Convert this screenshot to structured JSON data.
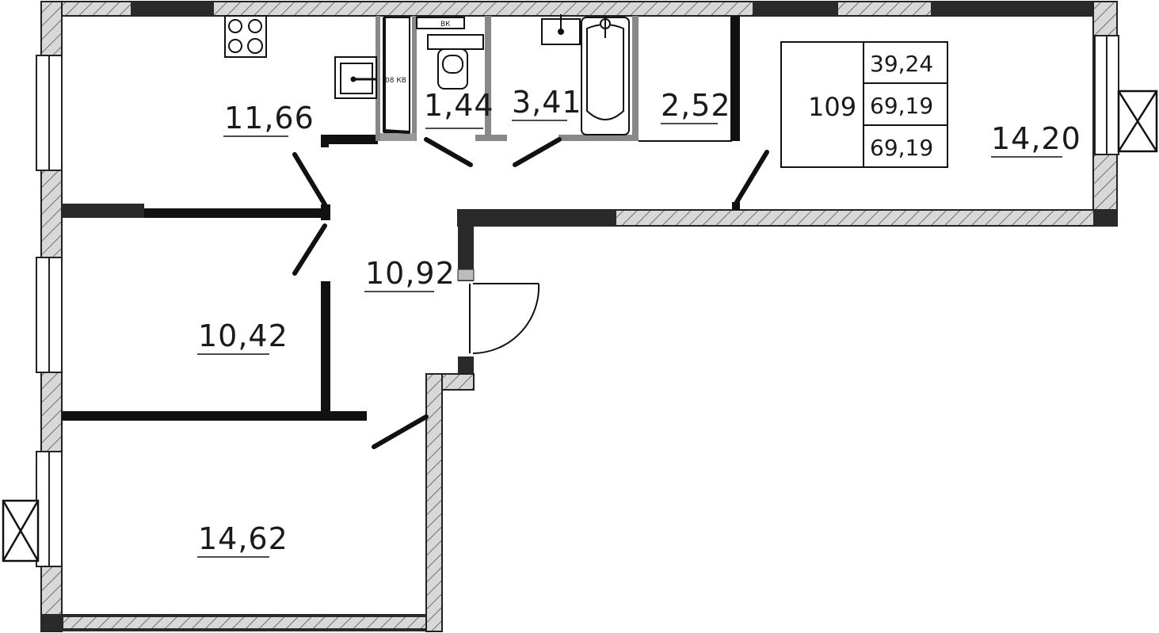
{
  "apartment": {
    "number": "109",
    "area_living": "39,24",
    "area_total": "69,19",
    "area_total_with_balcony": "69,19"
  },
  "rooms": {
    "kitchen": "11,66",
    "toilet": "1,44",
    "bathroom": "3,41",
    "storage": "2,52",
    "bedroom_east": "14,20",
    "hall": "10,92",
    "bedroom_middle": "10,42",
    "bedroom_south": "14,62"
  },
  "labels": {
    "vk": "ВК",
    "kv": "08 КВ"
  },
  "colors": {
    "wall": "#2a2a2a",
    "hatch": "#7a7a7a",
    "line": "#111111"
  }
}
